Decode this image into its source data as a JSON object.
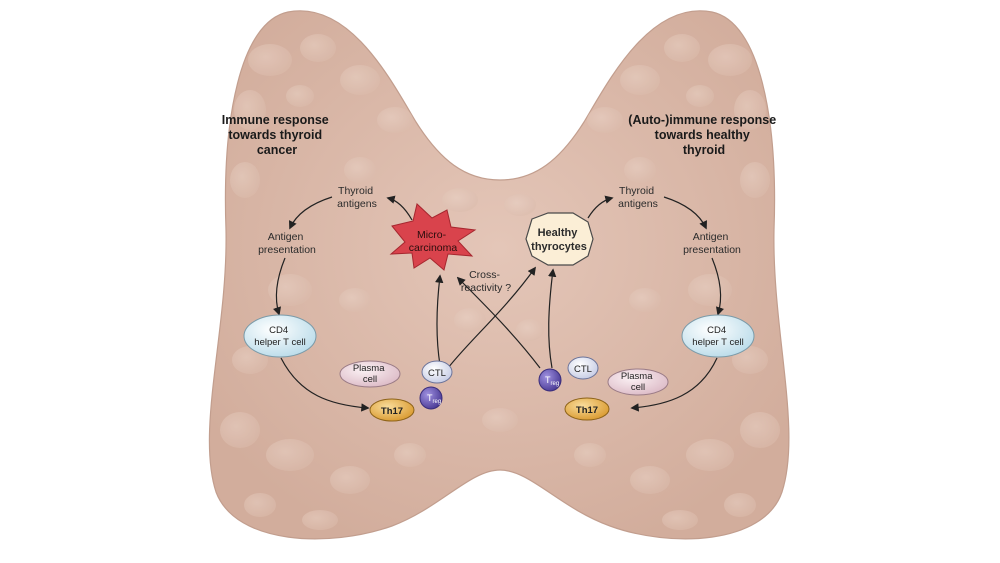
{
  "left": {
    "title": [
      "Immune response",
      "towards thyroid",
      "cancer"
    ],
    "antigens": [
      "Thyroid",
      "antigens"
    ],
    "presentation": [
      "Antigen",
      "presentation"
    ],
    "helper": [
      "CD4",
      "helper T cell"
    ],
    "plasma": [
      "Plasma",
      "cell"
    ],
    "ctl": "CTL",
    "th17": "Th17",
    "treg": {
      "main": "T",
      "sub": "reg"
    }
  },
  "right": {
    "title": [
      "(Auto-)immune response",
      "towards healthy",
      "thyroid"
    ],
    "antigens": [
      "Thyroid",
      "antigens"
    ],
    "presentation": [
      "Antigen",
      "presentation"
    ],
    "helper": [
      "CD4",
      "helper T cell"
    ],
    "plasma": [
      "Plasma",
      "cell"
    ],
    "ctl": "CTL",
    "th17": "Th17",
    "treg": {
      "main": "T",
      "sub": "reg"
    }
  },
  "center": {
    "microcarcinoma": [
      "Micro-",
      "carcinoma"
    ],
    "thyrocytes": [
      "Healthy",
      "thyrocytes"
    ],
    "crossreactivity": [
      "Cross-",
      "reactivity ?"
    ]
  },
  "colors": {
    "gland": "#dcbcad",
    "gland_dark": "#c9a596",
    "tumor": "#d9434c",
    "thyrocyte_fill": "#fbeed6",
    "helper_fill": "#dceef5",
    "plasma_fill": "#efdbe2",
    "th17_fill": "#e7b456",
    "treg_fill": "#6c5bb5",
    "ctl_fill": "#e7eaf5"
  }
}
